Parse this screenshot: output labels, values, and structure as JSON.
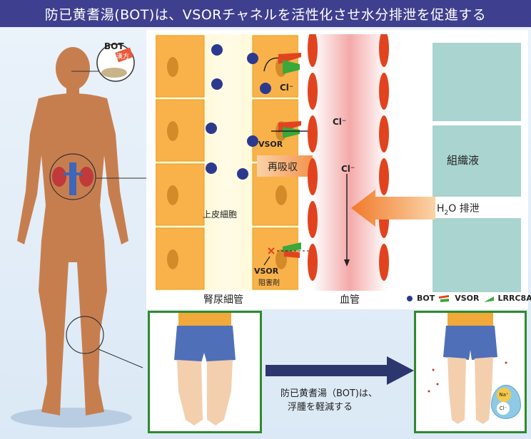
{
  "header": {
    "title": "防已黄耆湯(BOT)は、VSORチャネルを活性化させ水分排泄を促進する"
  },
  "body_labels": {
    "bot_tag": "BOT",
    "kanpo_tag": "漢方"
  },
  "tubule": {
    "label": "腎尿細管",
    "epithelial_label": "上皮細胞",
    "reabsorption_label": "再吸収",
    "vsor_label": "VSOR",
    "inhibitor_label_line1": "VSOR",
    "inhibitor_label_line2": "阻害剤"
  },
  "ions": {
    "cl_a": "Cl⁻",
    "cl_b": "Cl⁻",
    "cl_c": "Cl⁻"
  },
  "vessel": {
    "label": "血管"
  },
  "tissue": {
    "label": "組織液",
    "water_excretion_label": "排泄",
    "water_formula_h": "H",
    "water_formula_sub": "2",
    "water_formula_o": "O"
  },
  "legend": {
    "bot": "BOT",
    "vsor": "VSOR",
    "lrrc8a": "LRRC8A"
  },
  "result": {
    "line1": "防已黄耆湯（BOT)は、",
    "line2": "浮腫を軽減する",
    "na_label": "Na⁺",
    "cl_label": "Cl⁻"
  },
  "colors": {
    "header": "#3f3f8f",
    "skin": "#c77e4f",
    "cell": "#f9b24a",
    "bot_dot": "#2b3a8f",
    "vsor_red": "#e2431f",
    "vsor_green": "#3aa83a",
    "vessel": "#e2431f",
    "arrow": "#f07a2a",
    "frame": "#2e8b2e"
  }
}
